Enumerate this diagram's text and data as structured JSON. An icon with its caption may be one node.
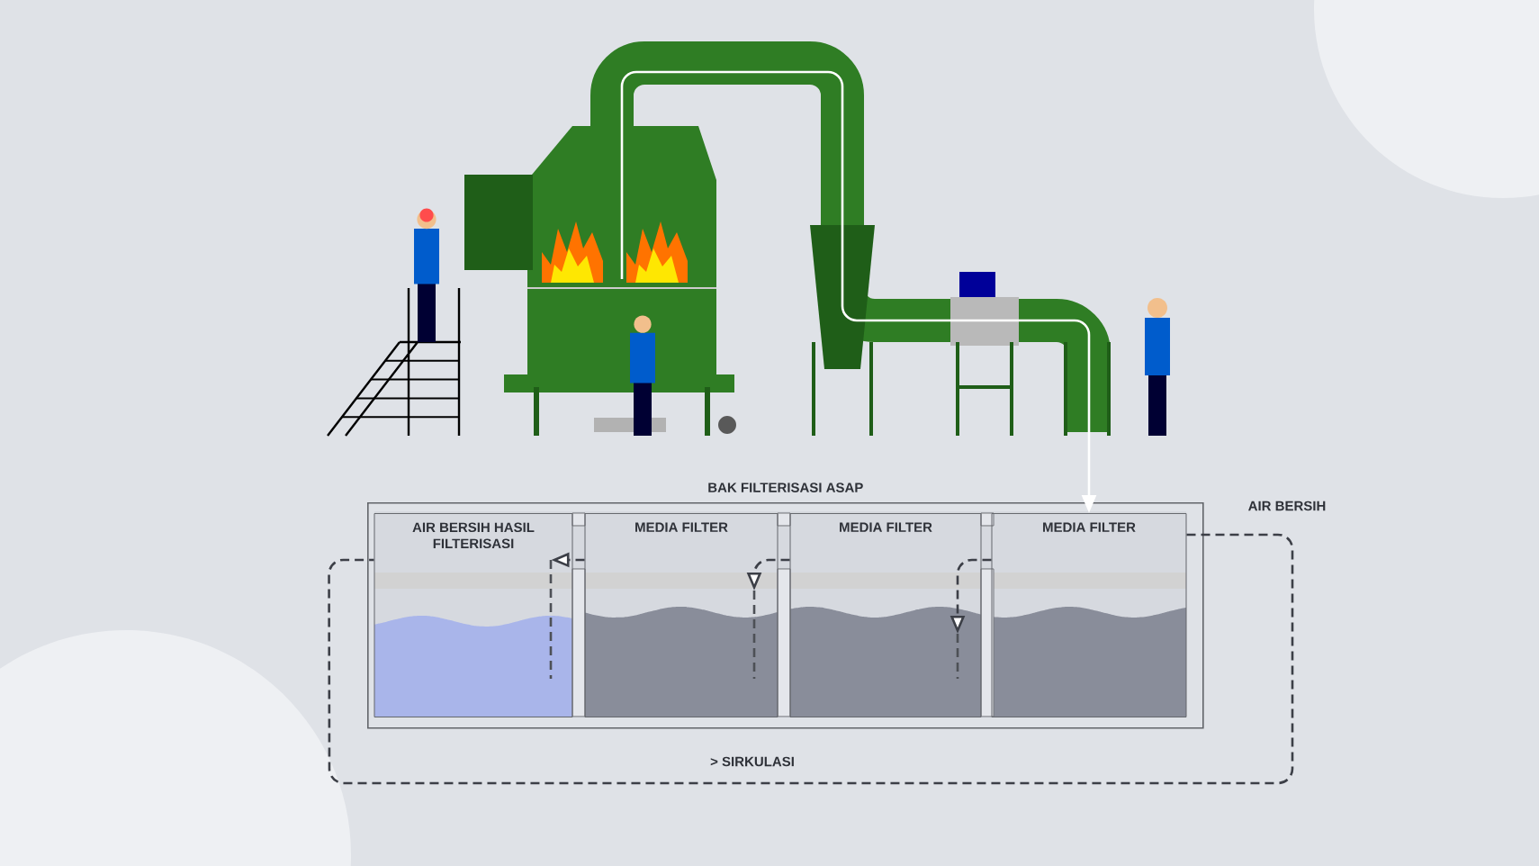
{
  "diagram": {
    "nodes": [
      {
        "text": [
          "BAK FILTERISASI ASAP"
        ]
      },
      {
        "text": [
          "AIR BERSIH HASIL FILTERISASI"
        ],
        "in": 0
      },
      {
        "text": [
          "MEDIA FILTER"
        ],
        "in": 0
      },
      {
        "text": [
          "MEDIA FILTER"
        ],
        "in": 0
      },
      {
        "text": [
          "MEDIA FILTER"
        ],
        "in": 0
      },
      {
        "text": [],
        "shape": "picture"
      }
    ],
    "edges": [
      {
        "from": 5,
        "to": 4,
        "arrow": "to",
        "color": "#ffffff"
      },
      {
        "from": 4,
        "to": 3,
        "arrow": "to",
        "style": "dashed"
      },
      {
        "from": 3,
        "to": 2,
        "arrow": "to",
        "style": "dashed"
      },
      {
        "from": 2,
        "to": 1,
        "arrow": "to",
        "style": "dashed"
      },
      {
        "from": 4,
        "to": 1,
        "arrow": "none",
        "style": "dashed"
      }
    ],
    "labels": [
      "AIR BERSIH",
      "> SIRKULASI"
    ]
  }
}
